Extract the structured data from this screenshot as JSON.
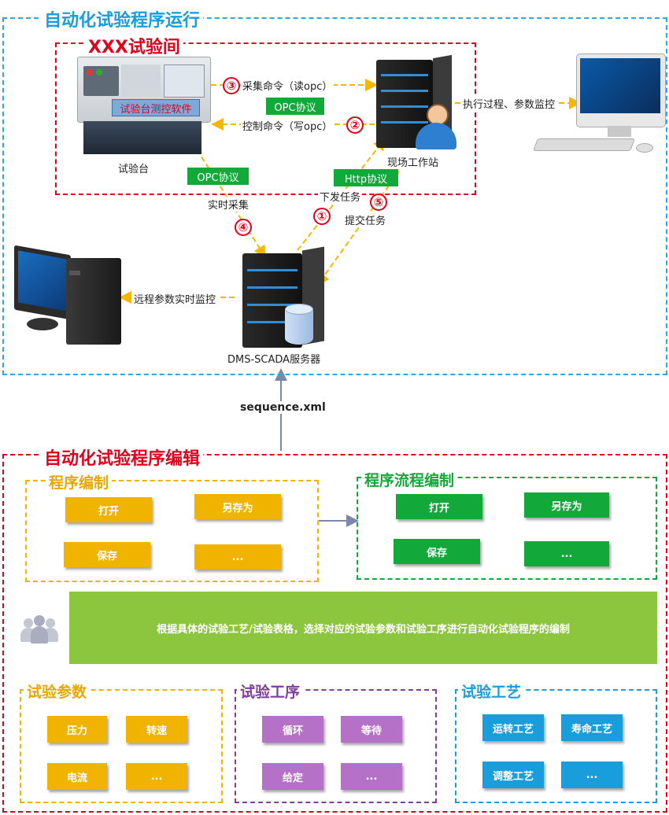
{
  "top_section": {
    "title": "自动化试验程序运行",
    "lab_title": "XXX试验间",
    "test_bench_label": "试验台",
    "test_bench_software": "试验台测控软件",
    "workstation_label": "现场工作站",
    "server_label": "DMS-SCADA服务器",
    "opc_protocol": "OPC协议",
    "opc_protocol_2": "OPC协议",
    "http_protocol": "Http协议",
    "collect_cmd": "采集命令（读opc）",
    "control_cmd": "控制命令（写opc）",
    "monitor_text": "执行过程、参数监控",
    "realtime_collect": "实时采集",
    "dispatch_task": "下发任务",
    "submit_task": "提交任务",
    "remote_monitor": "远程参数实时监控",
    "step_1": "①",
    "step_2": "②",
    "step_3": "③",
    "step_4": "④",
    "step_5": "⑤"
  },
  "file_label": "sequence.xml",
  "bottom_section": {
    "title": "自动化试验程序编辑",
    "program_edit": {
      "title": "程序编制",
      "buttons": [
        "打开",
        "另存为",
        "保存",
        "..."
      ]
    },
    "flow_edit": {
      "title": "程序流程编制",
      "buttons": [
        "打开",
        "另存为",
        "保存",
        "..."
      ]
    },
    "banner_text": "根据具体的试验工艺/试验表格，选择对应的试验参数和试验工序进行自动化试验程序的编制",
    "params": {
      "title": "试验参数",
      "buttons": [
        "压力",
        "转速",
        "电流",
        "..."
      ]
    },
    "procedures": {
      "title": "试验工序",
      "buttons": [
        "循环",
        "等待",
        "给定",
        "..."
      ]
    },
    "crafts": {
      "title": "试验工艺",
      "buttons": [
        "运转工艺",
        "寿命工艺",
        "调整工艺",
        "..."
      ]
    }
  },
  "colors": {
    "blue_dash": "#29a9e1",
    "red_dash": "#e2001a",
    "orange": "#f0b400",
    "green": "#12a83a",
    "purple": "#b571c7",
    "sky": "#1a9edb",
    "banner": "#8cc63f",
    "arrow": "#f5b800"
  }
}
